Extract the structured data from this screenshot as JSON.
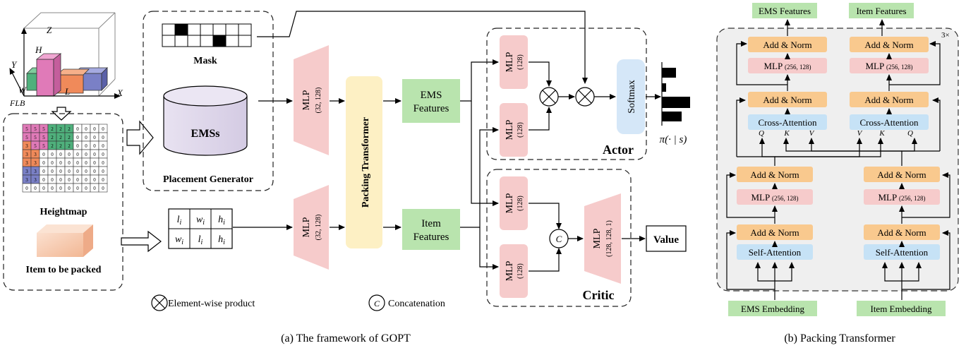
{
  "captions": {
    "left": "(a) The framework of GOPT",
    "right": "(b) Packing Transformer"
  },
  "left": {
    "container_labels": {
      "z": "Z",
      "y": "Y",
      "x": "X",
      "h": "H",
      "w": "W",
      "l": "L",
      "flb": "FLB"
    },
    "heightmap_label": "Heightmap",
    "item_label": "Item to be packed",
    "mask_label": "Mask",
    "ems_label": "EMSs",
    "placement_generator_label": "Placement Generator",
    "mlp_label": "MLP",
    "mlp_dims_32_128": "(32, 128)",
    "packing_transformer_label": "Packing Transformer",
    "ems_features": [
      "EMS",
      "Features"
    ],
    "item_features": [
      "Item",
      "Features"
    ],
    "mlp_dims_128": "(128)",
    "softmax_label": "Softmax",
    "actor_label": "Actor",
    "critic_label": "Critic",
    "policy_label": "π(· | s)",
    "value_label": "Value",
    "concat_symbol": "C",
    "mlp_dims_critic": "(128, 128, 1)",
    "item_table": [
      [
        "l_i",
        "w_i",
        "h_i"
      ],
      [
        "w_i",
        "l_i",
        "h_i"
      ]
    ],
    "legend": {
      "product": "Element-wise product",
      "concat": "Concatenation"
    },
    "heightmap_grid": [
      [
        "5",
        "5",
        "5",
        "2",
        "2",
        "2",
        "0",
        "0",
        "0",
        "0"
      ],
      [
        "5",
        "5",
        "5",
        "2",
        "2",
        "2",
        "0",
        "0",
        "0",
        "0"
      ],
      [
        "3",
        "5",
        "5",
        "2",
        "2",
        "2",
        "0",
        "0",
        "0",
        "0"
      ],
      [
        "3",
        "3",
        "0",
        "0",
        "0",
        "0",
        "0",
        "0",
        "0",
        "0"
      ],
      [
        "3",
        "3",
        "0",
        "0",
        "0",
        "0",
        "0",
        "0",
        "0",
        "0"
      ],
      [
        "3",
        "3",
        "0",
        "0",
        "0",
        "0",
        "0",
        "0",
        "0",
        "0"
      ],
      [
        "3",
        "3",
        "0",
        "0",
        "0",
        "0",
        "0",
        "0",
        "0",
        "0"
      ],
      [
        "0",
        "0",
        "0",
        "0",
        "0",
        "0",
        "0",
        "0",
        "0",
        "0"
      ]
    ]
  },
  "right": {
    "repeat_label": "3×",
    "ems_features_label": "EMS Features",
    "item_features_label": "Item Features",
    "add_norm": "Add & Norm",
    "mlp_label": "MLP",
    "mlp_dims": "(256, 128)",
    "cross_attention": "Cross-Attention",
    "self_attention": "Self-Attention",
    "ems_embedding": "EMS Embedding",
    "item_embedding": "Item Embedding",
    "qkv_left": [
      "Q",
      "K",
      "V"
    ],
    "qkv_right": [
      "V",
      "K",
      "Q"
    ]
  },
  "colors": {
    "pink": "#f6cbcb",
    "green": "#b9e4ae",
    "orange": "#f9c98e",
    "blue": "#c6e2f6",
    "yellow": "#fdf0c4",
    "softmax": "#d5e7f8",
    "panel_bg": "#efefef"
  }
}
